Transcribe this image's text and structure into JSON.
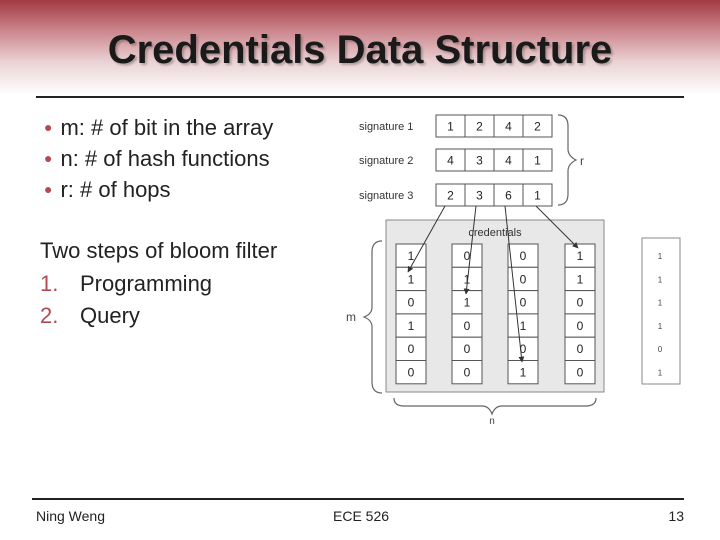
{
  "slide": {
    "title": "Credentials Data Structure",
    "bullets": [
      "m: # of bit in the array",
      "n: # of hash functions",
      "r: # of hops"
    ],
    "steps_heading": "Two steps of bloom filter",
    "steps": [
      {
        "num": "1.",
        "text": "Programming"
      },
      {
        "num": "2.",
        "text": "Query"
      }
    ]
  },
  "diagram": {
    "signatures": [
      {
        "label": "signature 1",
        "values": [
          "1",
          "2",
          "4",
          "2"
        ]
      },
      {
        "label": "signature 2",
        "values": [
          "4",
          "3",
          "4",
          "1"
        ]
      },
      {
        "label": "signature 3",
        "values": [
          "2",
          "3",
          "6",
          "1"
        ]
      }
    ],
    "r_label": "r",
    "credentials_label": "credentials",
    "m_label": "m",
    "n_label": "n",
    "columns": [
      [
        "1",
        "1",
        "0",
        "1",
        "0",
        "0"
      ],
      [
        "0",
        "1",
        "1",
        "0",
        "0",
        "0"
      ],
      [
        "0",
        "0",
        "0",
        "1",
        "0",
        "1"
      ],
      [
        "1",
        "1",
        "0",
        "0",
        "0",
        "0"
      ]
    ],
    "result_bits": [
      "1",
      "1",
      "1",
      "1",
      "0",
      "1"
    ]
  },
  "footer": {
    "author": "Ning Weng",
    "course": "ECE 526",
    "page": "13"
  }
}
